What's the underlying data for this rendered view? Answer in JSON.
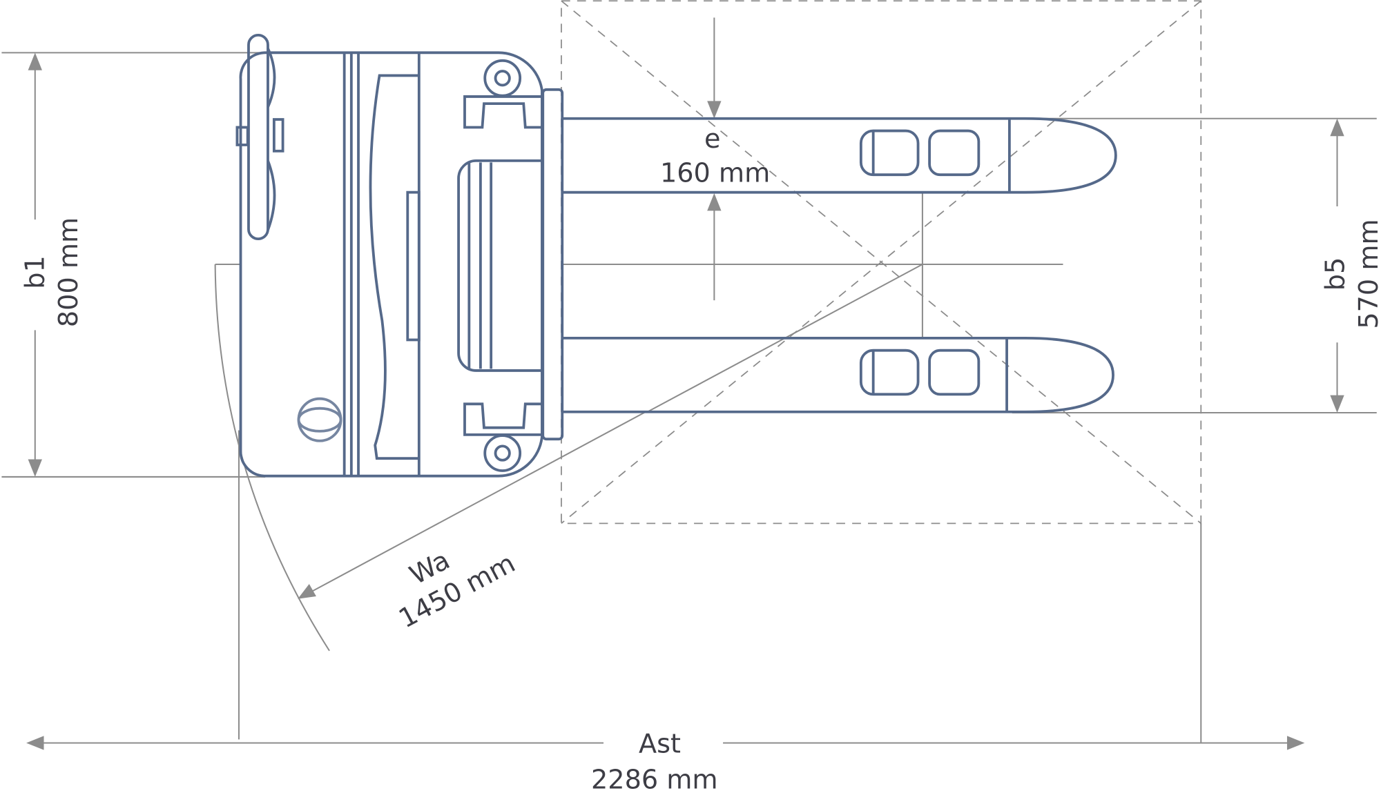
{
  "dimensions": {
    "b1": {
      "label": "b1",
      "value": "800 mm"
    },
    "e": {
      "label": "e",
      "value": "160 mm"
    },
    "b5": {
      "label": "b5",
      "value": "570 mm"
    },
    "wa": {
      "label": "Wa",
      "value": "1450 mm"
    },
    "ast": {
      "label": "Ast",
      "value": "2286 mm"
    }
  },
  "colors": {
    "truck": "#55698a",
    "dimension": "#8c8c8c",
    "text": "#3d3d45"
  }
}
